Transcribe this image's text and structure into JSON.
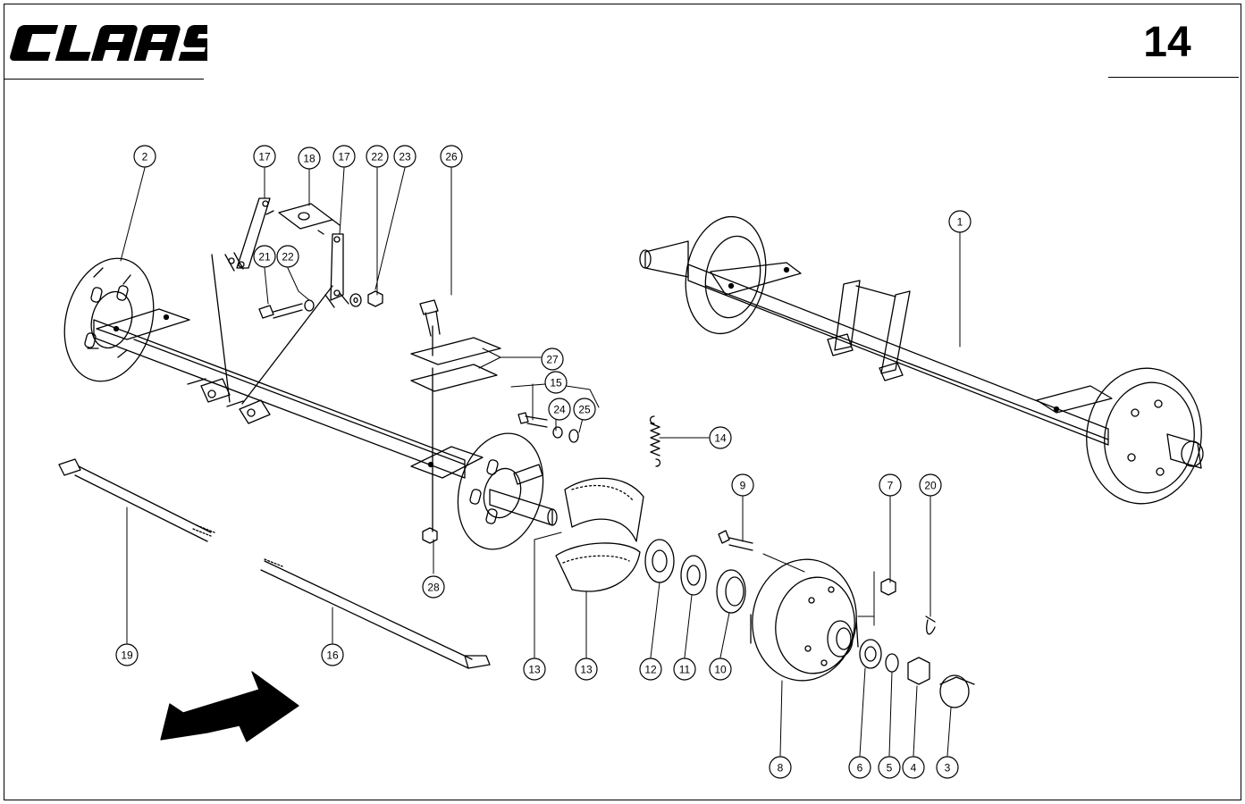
{
  "header": {
    "brand": "CLAAS",
    "page_number": "14"
  },
  "callouts": [
    {
      "id": "c-2",
      "label": "2"
    },
    {
      "id": "c-17a",
      "label": "17"
    },
    {
      "id": "c-18",
      "label": "18"
    },
    {
      "id": "c-17b",
      "label": "17"
    },
    {
      "id": "c-22a",
      "label": "22"
    },
    {
      "id": "c-23",
      "label": "23"
    },
    {
      "id": "c-26",
      "label": "26"
    },
    {
      "id": "c-21",
      "label": "21"
    },
    {
      "id": "c-22b",
      "label": "22"
    },
    {
      "id": "c-27",
      "label": "27"
    },
    {
      "id": "c-15",
      "label": "15"
    },
    {
      "id": "c-24",
      "label": "24"
    },
    {
      "id": "c-25",
      "label": "25"
    },
    {
      "id": "c-1",
      "label": "1"
    },
    {
      "id": "c-14",
      "label": "14"
    },
    {
      "id": "c-9",
      "label": "9"
    },
    {
      "id": "c-7",
      "label": "7"
    },
    {
      "id": "c-20",
      "label": "20"
    },
    {
      "id": "c-28",
      "label": "28"
    },
    {
      "id": "c-19",
      "label": "19"
    },
    {
      "id": "c-16",
      "label": "16"
    },
    {
      "id": "c-13a",
      "label": "13"
    },
    {
      "id": "c-13b",
      "label": "13"
    },
    {
      "id": "c-12",
      "label": "12"
    },
    {
      "id": "c-11",
      "label": "11"
    },
    {
      "id": "c-10",
      "label": "10"
    },
    {
      "id": "c-8",
      "label": "8"
    },
    {
      "id": "c-6",
      "label": "6"
    },
    {
      "id": "c-5",
      "label": "5"
    },
    {
      "id": "c-4",
      "label": "4"
    },
    {
      "id": "c-3",
      "label": "3"
    }
  ],
  "icons": {
    "direction_arrow": "arrow-left-down-icon"
  }
}
